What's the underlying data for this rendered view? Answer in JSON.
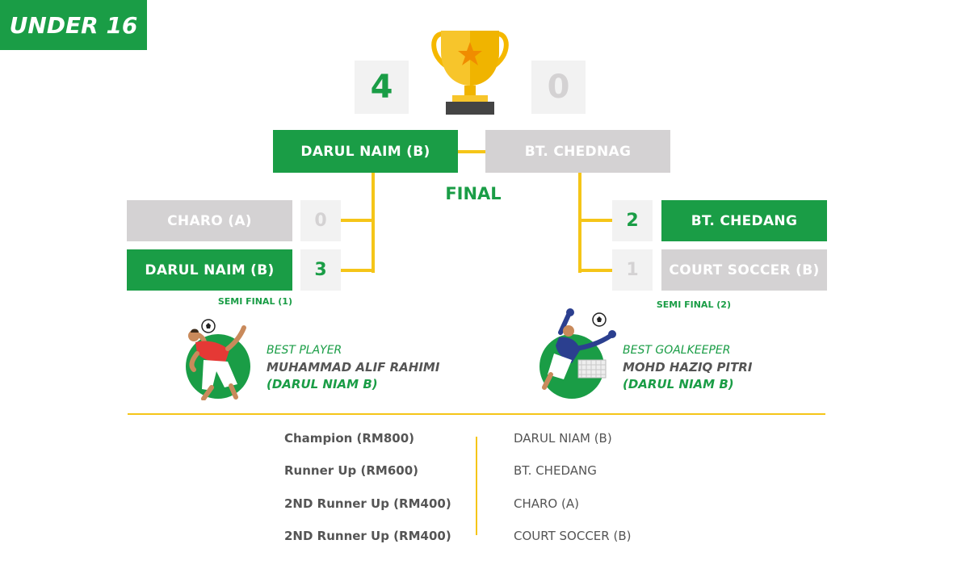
{
  "category": "UNDER 16",
  "final": {
    "label": "FINAL",
    "left": {
      "team": "DARUL NAIM (B)",
      "score": "4"
    },
    "right": {
      "team": "BT. CHEDNAG",
      "score": "0"
    }
  },
  "semi1": {
    "label": "SEMI FINAL (1)",
    "top": {
      "team": "CHARO (A)",
      "score": "0"
    },
    "bottom": {
      "team": "DARUL NAIM (B)",
      "score": "3"
    }
  },
  "semi2": {
    "label": "SEMI FINAL (2)",
    "top": {
      "team": "BT. CHEDANG",
      "score": "2"
    },
    "bottom": {
      "team": "COURT SOCCER (B)",
      "score": "1"
    }
  },
  "awards": {
    "player": {
      "title": "BEST PLAYER",
      "name": "MUHAMMAD ALIF RAHIMI",
      "team": "(DARUL NIAM B)"
    },
    "keeper": {
      "title": "BEST GOALKEEPER",
      "name": "MOHD HAZIQ PITRI",
      "team": "(DARUL NIAM B)"
    }
  },
  "prizes": [
    {
      "label": "Champion (RM800)",
      "team": "DARUL NIAM (B)"
    },
    {
      "label": "Runner Up (RM600)",
      "team": "BT. CHEDANG"
    },
    {
      "label": "2ND Runner Up (RM400)",
      "team": "CHARO (A)"
    },
    {
      "label": "2ND Runner Up (RM400)",
      "team": "COURT SOCCER (B)"
    }
  ],
  "colors": {
    "green": "#1a9d46",
    "grey": "#d4d2d3",
    "gold": "#f5c518",
    "score_bg": "#f2f2f2"
  },
  "icons": [
    "trophy-icon",
    "soccer-ball-icon",
    "player-illustration",
    "goalkeeper-illustration"
  ]
}
